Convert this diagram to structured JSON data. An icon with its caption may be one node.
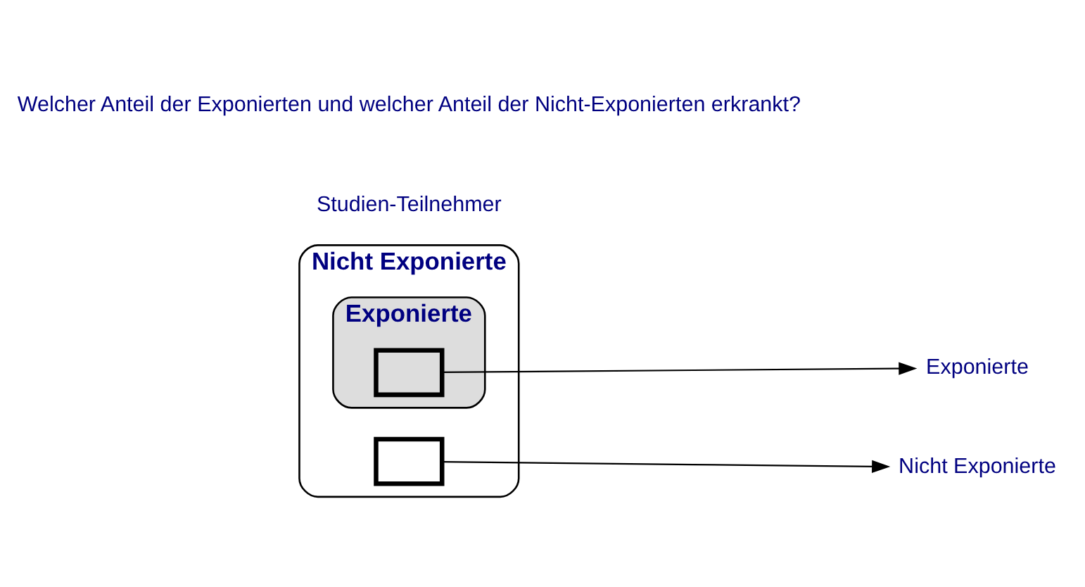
{
  "diagram": {
    "nodes": [
      {
        "text": [
          "Nicht Exponierte"
        ]
      },
      {
        "text": [
          "Exponierte"
        ],
        "in": 0
      },
      {
        "text": [],
        "shape": "box",
        "in": 0
      },
      {
        "text": [],
        "shape": "box",
        "in": 1
      },
      {
        "text": [
          "Nicht Exponierte"
        ]
      },
      {
        "text": [
          "Exponierte"
        ]
      }
    ],
    "edges": [
      {
        "from": 2,
        "to": 4,
        "arrow": "to"
      },
      {
        "from": 3,
        "to": 5,
        "arrow": "to"
      }
    ],
    "labels": [
      "Studien-Teilnehmer",
      "Welcher Anteil der Exponierten und welcher Anteil der Nicht-Exponierten erkrankt?"
    ]
  }
}
